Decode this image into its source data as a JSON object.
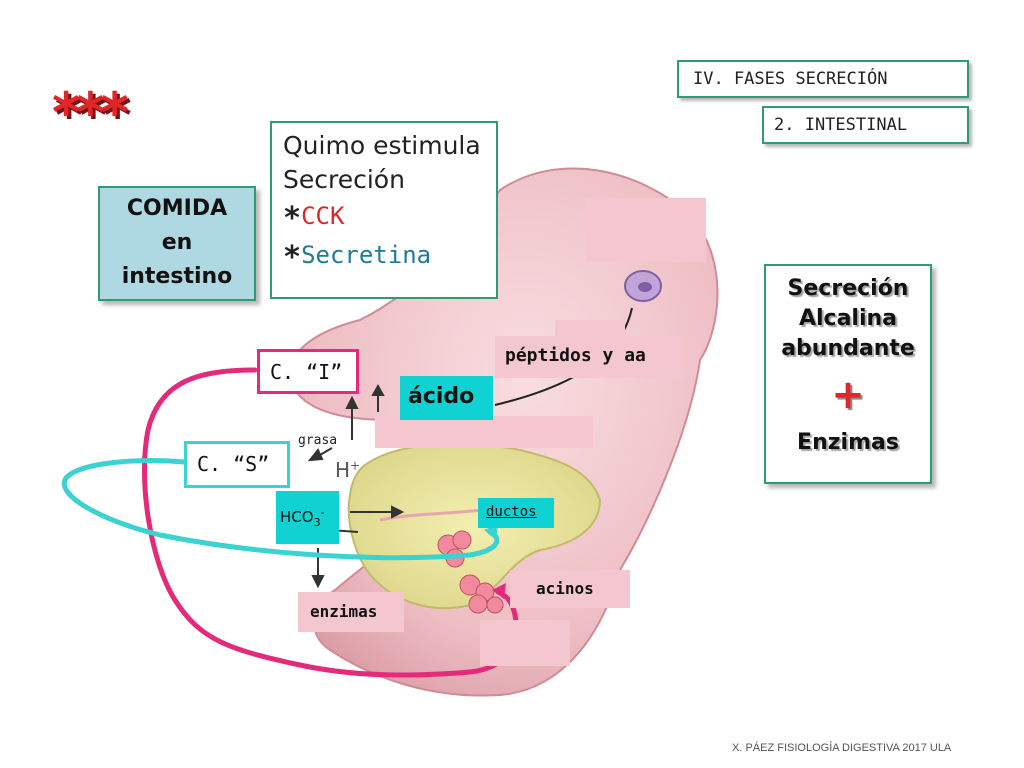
{
  "header": {
    "fases": "IV. FASES SECRECIÓN",
    "subfase": "2. INTESTINAL",
    "stars": "***"
  },
  "comida_box": {
    "line1": "COMIDA",
    "line2": "en",
    "line3": "intestino"
  },
  "quimo_box": {
    "line1": "Quimo estimula",
    "line2": "Secreción",
    "star": "*",
    "cck": "CCK",
    "secretina": "Secretina"
  },
  "secrecion_box": {
    "line1": "Secreción",
    "line2": "Alcalina",
    "line3": "abundante",
    "plus": "+",
    "line4": "Enzimas"
  },
  "labels": {
    "celula_i": "C. “I”",
    "celula_s": "C. “S”",
    "acido": "ácido",
    "peptidos": "péptidos y aa",
    "grasa": "grasa",
    "h_plus": "H",
    "h_plus_sup": "+",
    "hco3_base": "HCO",
    "hco3_sub": "3",
    "hco3_sup": "-",
    "ductos": "ductos",
    "acinos": "acinos",
    "enzimas": "enzimas"
  },
  "footer": "X. PÁEZ   FISIOLOGÍA DIGESTIVA 2017 ULA",
  "colors": {
    "accent_border": "#2e9a78",
    "red": "#e0252b",
    "magenta": "#e42a7a",
    "cyan": "#11d2d2",
    "label_pink": "#f4c6cf",
    "comida_fill": "#aed9e2"
  }
}
